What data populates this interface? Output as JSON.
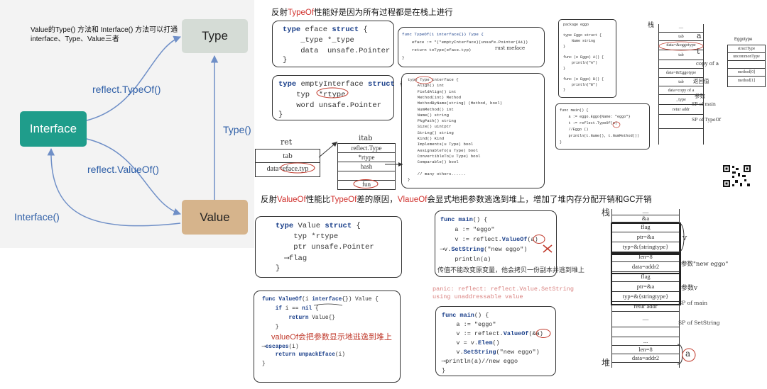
{
  "left_diagram": {
    "description": "Value的Type() 方法和 Interface() 方法可以打通 interface、Type、Value三者",
    "nodes": {
      "type": "Type",
      "interface": "Interface",
      "value": "Value"
    },
    "edges": {
      "typeof": "reflect.TypeOf()",
      "valueof": "reflect.ValueOf()",
      "type_method": "Type()",
      "interface_method": "Interface()"
    },
    "colors": {
      "type": "#d5dcd6",
      "interface": "#1f9d8b",
      "value": "#d6b48c",
      "arrow": "#6f8fc7"
    }
  },
  "typeof_section": {
    "title_pre": "反射",
    "title_hl": "TypeOf",
    "title_post": "性能好是因为所有过程都是在栈上进行",
    "eface_code": [
      "type eface struct {",
      "    _type *_type",
      "    data  unsafe.Pointer",
      "}"
    ],
    "empty_iface_code": [
      "type emptyInterface struct {",
      "    typ  *rtype",
      "    word unsafe.Pointer",
      "}"
    ],
    "typeof_func": [
      "func TypeOf(i interface{}) Type {",
      "    eface := *(*emptyInterface)(unsafe.Pointer(&i))",
      "    return toType(eface.typ)",
      "}"
    ],
    "typeof_note": "rust meface",
    "type_iface": [
      "type Type interface {",
      "    Align() int",
      "    FieldAlign() int",
      "    Method(int) Method",
      "    MethodByName(string) (Method, bool)",
      "    NumMethod() int",
      "    Name() string",
      "    PkgPath() string",
      "    Size() uintptr",
      "    String() string",
      "    Kind() Kind",
      "    Implements(u Type) bool",
      "    AssignableTo(u Type) bool",
      "    ConvertibleTo(u Type) bool",
      "    Comparable() bool",
      "",
      "    // many others......",
      "}"
    ],
    "stack": {
      "ret": "ret",
      "tab": "tab",
      "data": "data=eface.typ"
    },
    "itab": {
      "title": "itab",
      "rows": [
        "reflect.Type",
        "*rtype",
        "hash",
        "",
        "fun"
      ]
    },
    "pkg_code": [
      "package eggo",
      "",
      "type Eggo struct {",
      "    Name string",
      "}",
      "",
      "func (e Eggo) A() {",
      "    println(\"A\")",
      "}",
      "",
      "func (e Eggo) B() {",
      "    println(\"B\")",
      "}"
    ],
    "main_code": [
      "func main() {",
      "    a := eggo.Eggo{Name: \"eggo\"}",
      "    t := reflect.TypeOf(a)",
      "    //Eggo ()",
      "    println(t.Name(), t.NumMethod())",
      "}"
    ],
    "stack_right": {
      "label_stack": "栈",
      "rows": [
        "—",
        "tab",
        "data=&eggotype",
        "tab",
        "",
        "data=&Eggotype",
        "tab",
        "data=copy of a",
        "_type",
        "retur addr",
        ""
      ],
      "ann": [
        "a",
        "t",
        "copy of a",
        "返回值",
        "参数",
        "SP of main",
        "SP of TypeOf"
      ]
    },
    "eggotype": {
      "title": "Eggotype",
      "rows": [
        "structType",
        "uncommonType",
        "",
        "method[0]",
        "method[1]"
      ]
    }
  },
  "valueof_section": {
    "title_pre": "反射",
    "title_hl1": "ValueOf",
    "title_mid": "性能比",
    "title_hl2": "TypeOf",
    "title_mid2": "差的原因，",
    "title_hl3": "VlaueOf",
    "title_post": "会显式地把参数逃逸到堆上，增加了堆内存分配开销和GC开销",
    "value_code": [
      "type Value struct {",
      "    typ *rtype",
      "    ptr unsafe.Pointer",
      "  ⟶flag",
      "}"
    ],
    "valueof_code": [
      "func ValueOf(i interface{}) Value {",
      "    if i == nil {",
      "        return Value{}",
      "    }",
      "",
      "⟶escapes(i)",
      "    return unpackEface(i)",
      "}"
    ],
    "valueof_note": "valueOf会把参数显示地逃逸到堆上",
    "main1": [
      "func main() {",
      "    a := \"eggo\"",
      "    v := reflect.ValueOf(a)",
      "⟶v.SetString(\"new eggo\")",
      "    println(a)",
      "}"
    ],
    "main1_note": "传值不能改变原变量，他会拷贝一份副本并逃到堆上",
    "panic": "panic: reflect: reflect.Value.SetString using unaddressable value",
    "main2": [
      "func main() {",
      "    a := \"eggo\"",
      "    v := reflect.ValueOf(&a)",
      "    v = v.Elem()",
      "    v.SetString(\"new eggo\")",
      "⟶println(a)//new eggo",
      "}"
    ],
    "stack2": {
      "label_stack": "栈",
      "label_heap": "堆",
      "rows": [
        "—",
        "&a",
        "flag",
        "ptr=&a",
        "typ=&{stringtype}",
        "len=8",
        "data=addr2",
        "flag",
        "ptr=&a",
        "typ=&{stringtype}",
        "retur addr",
        "—",
        "",
        "...",
        "len=8",
        "data=addr2"
      ],
      "ann": [
        "v",
        "参数\"new eggo\"",
        "参数v",
        "SP of main",
        "SP of SetString",
        "a"
      ]
    }
  }
}
